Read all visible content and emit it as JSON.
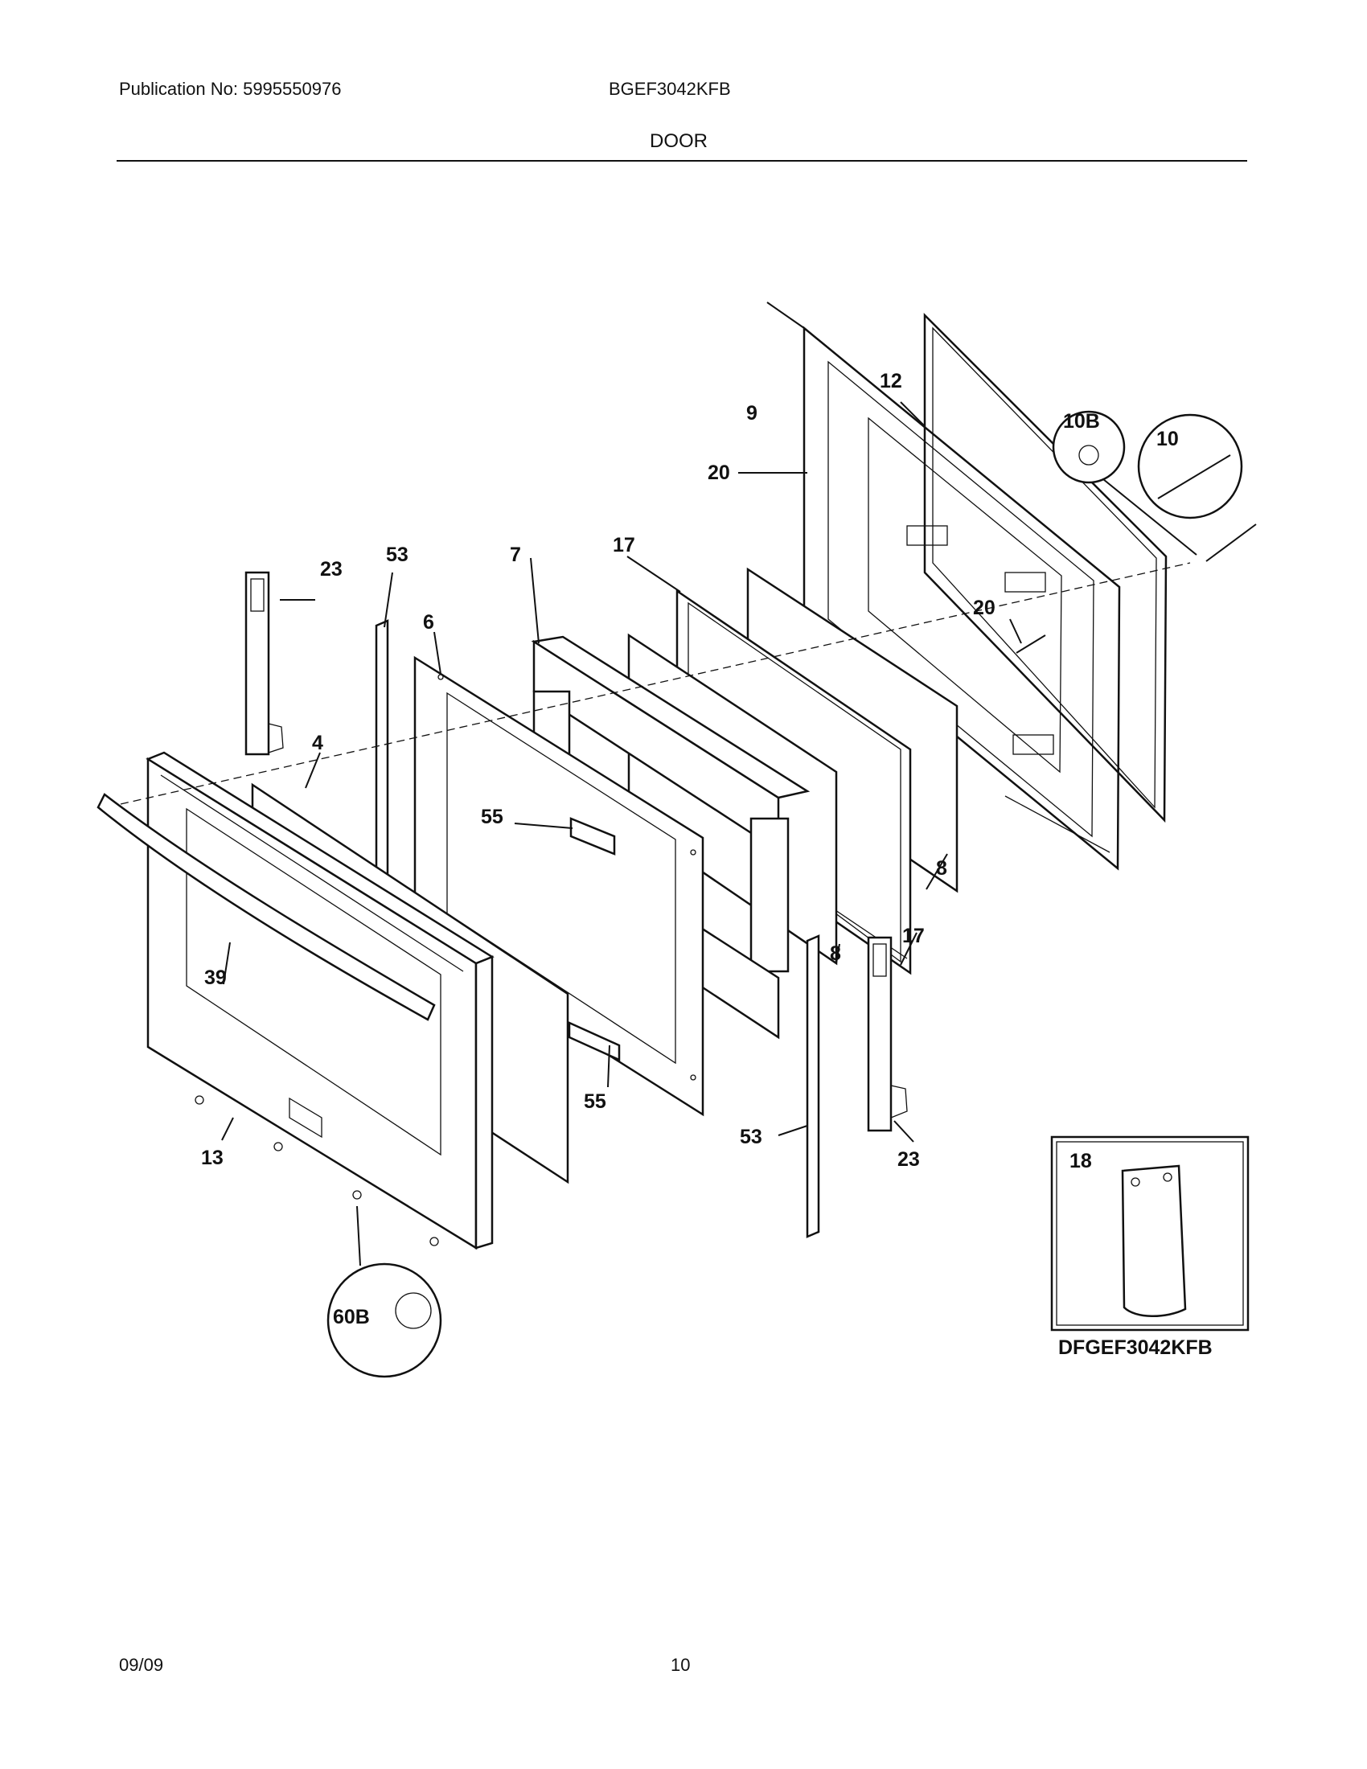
{
  "header": {
    "publication": "Publication No: 5995550976",
    "model": "BGEF3042KFB",
    "section": "DOOR"
  },
  "footer": {
    "date": "09/09",
    "page": "10"
  },
  "callouts": {
    "c9": "9",
    "c12": "12",
    "c10b": "10B",
    "c10": "10",
    "c20a": "20",
    "c20b": "20",
    "c23a": "23",
    "c23b": "23",
    "c53a": "53",
    "c53b": "53",
    "c7": "7",
    "c17a": "17",
    "c17b": "17",
    "c6": "6",
    "c4": "4",
    "c55a": "55",
    "c55b": "55",
    "c8a": "8",
    "c8b": "8",
    "c39": "39",
    "c13": "13",
    "c60b": "60B",
    "c18": "18"
  },
  "variant_code": "DFGEF3042KFB"
}
